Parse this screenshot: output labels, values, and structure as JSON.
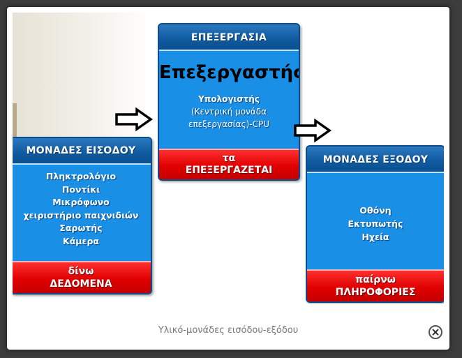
{
  "diagram": {
    "input": {
      "title": "ΜΟΝΑΔΕΣ ΕΙΣΟΔΟΥ",
      "items": [
        "Πληκτρολόγιο",
        "Ποντίκι",
        "Μικρόφωνο",
        "χειριστήριο παιχνιδιών",
        "Σαρωτής",
        "Κάμερα"
      ],
      "footer": [
        "δίνω",
        "ΔΕΔΟΜΕΝΑ"
      ]
    },
    "processing": {
      "title": "ΕΠΕΞΕΡΓΑΣΙΑ",
      "main": "Επεξεργαστής",
      "lines": [
        "Υπολογιστής",
        "(Κεντρική μονάδα",
        "επεξεργασίας)-CPU"
      ],
      "footer": [
        "τα",
        "ΕΠΕΞΕΡΓΑΖΕΤΑΙ"
      ]
    },
    "output": {
      "title": "ΜΟΝΑΔΕΣ ΕΞΟΔΟΥ",
      "items": [
        "Οθόνη",
        "Εκτυπωτής",
        "Ηχεία"
      ],
      "footer": [
        "παίρνω",
        "ΠΛΗΡΟΦΟΡΙΕΣ"
      ]
    },
    "arrows": [
      "arrow-right-icon",
      "arrow-right-icon"
    ]
  },
  "lightbox": {
    "caption": "Υλικό-μονάδες εισόδου-εξόδου",
    "close_icon": "close-icon"
  },
  "colors": {
    "box_blue": "#1a8fe6",
    "header_blue": "#0f5aa0",
    "footer_red": "#e00000",
    "backdrop": "#3c3c3c"
  }
}
